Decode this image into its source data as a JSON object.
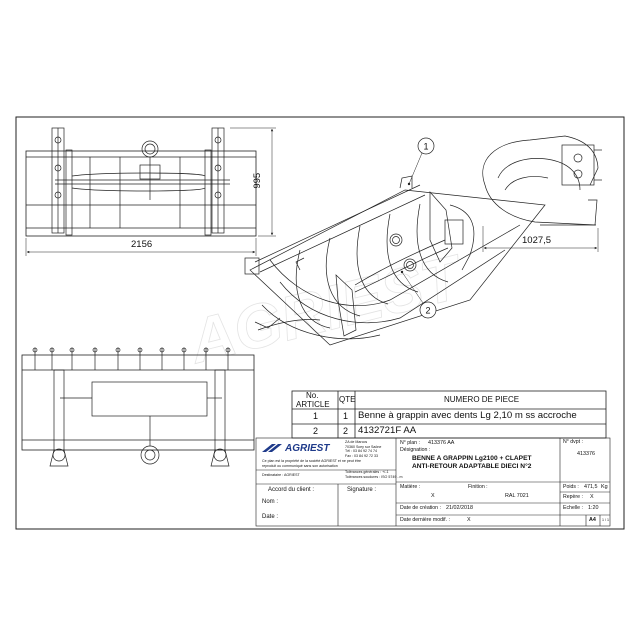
{
  "drawing": {
    "dimensions": {
      "front_width": "2156",
      "front_height": "995",
      "side_depth": "1027,5"
    },
    "balloons": [
      "1",
      "2"
    ],
    "watermark": "AGRIEST"
  },
  "bom": {
    "headers": {
      "no_line1": "No.",
      "no_line2": "ARTICLE",
      "qty": "QTE",
      "part": "NUMERO DE PIECE"
    },
    "rows": [
      {
        "no": "1",
        "qty": "1",
        "part": "Benne à grappin avec dents Lg 2,10 m ss accroche"
      },
      {
        "no": "2",
        "qty": "2",
        "part": "4132721F AA"
      }
    ]
  },
  "title_block": {
    "company": {
      "name": "AGRIEST",
      "address": [
        "ZA de Marcos",
        "70360 Scey sur Saône",
        "Tél : 03 84 92 74 74",
        "Fax : 03 84 92 72 33"
      ],
      "ownership_notice": [
        "Ce plan est la propriété de la société AGRIEST et ne peut être",
        "reproduit ou communiqué sans son autorisation"
      ],
      "recipient_label": "Destinataire : AGRIEST",
      "tolerance_note": [
        "Tolérances générales : +/-1",
        "Tolérances soudures : ISO 5749 - m"
      ]
    },
    "client_approval": {
      "label": "Accord du client :",
      "signature_label": "Signature :",
      "name_label": "Nom :",
      "date_label": "Date :"
    },
    "plan_no_label": "N° plan :",
    "plan_no": "413376 AA",
    "designation_label": "Désignation :",
    "designation_lines": [
      "BENNE A GRAPPIN Lg2100 + CLAPET",
      "ANTI-RETOUR ADAPTABLE DIECI N°2"
    ],
    "drawing_no_label": "N° dvpt :",
    "drawing_no": "413376",
    "material_label": "Matière :",
    "material": "X",
    "finish_label": "Finition :",
    "finish": "RAL 7021",
    "weight_label": "Poids :",
    "weight": "471,5",
    "weight_unit": "Kg",
    "rev_label": "Repère :",
    "rev": "X",
    "created_label": "Date de création :",
    "created": "21/02/2018",
    "scale_label": "Echelle :",
    "scale": "1:20",
    "modified_label": "Date dernière modif. :",
    "modified": "X",
    "format": "A4",
    "sheet": "1 / 1"
  }
}
